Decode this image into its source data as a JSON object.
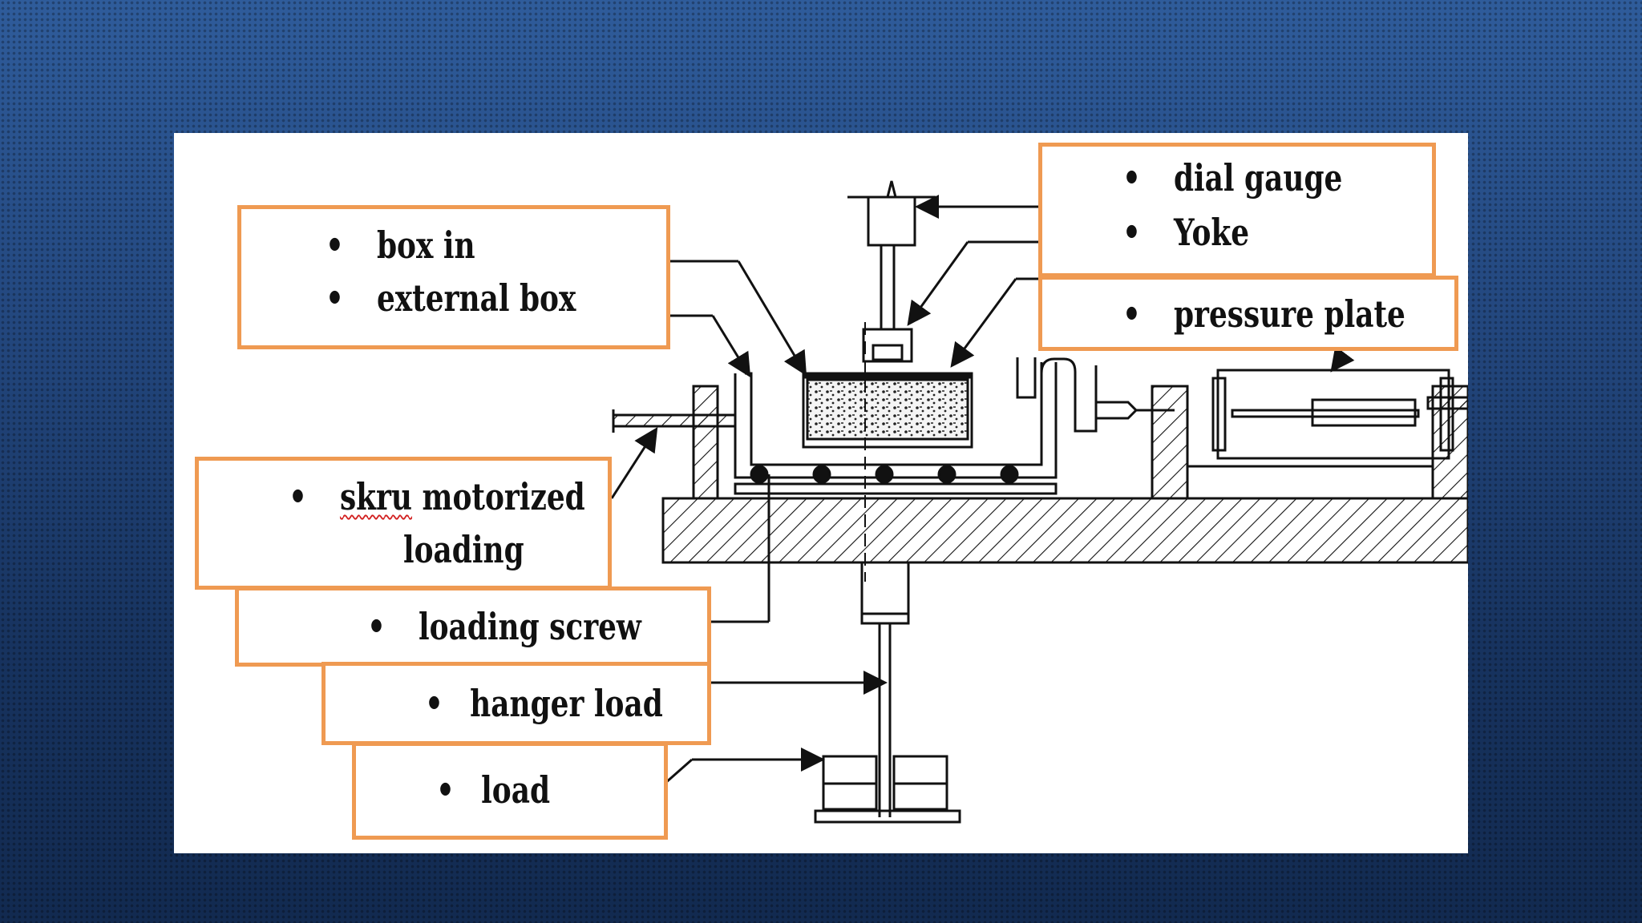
{
  "labels": {
    "box": {
      "items": [
        "box in",
        "external box"
      ]
    },
    "gauge": {
      "items": [
        "dial gauge",
        "Yoke"
      ]
    },
    "plate": {
      "item": "pressure plate"
    },
    "skru": {
      "word1": "skru",
      "word2": "motorized",
      "line2": "loading"
    },
    "screw": {
      "item": "loading screw"
    },
    "hanger": {
      "item": "hanger load"
    },
    "load": {
      "item": "load"
    }
  },
  "bullet": "•",
  "colors": {
    "background": "#23477e",
    "panel": "#ffffff",
    "label_border": "#ef9a52",
    "ink": "#111111"
  }
}
